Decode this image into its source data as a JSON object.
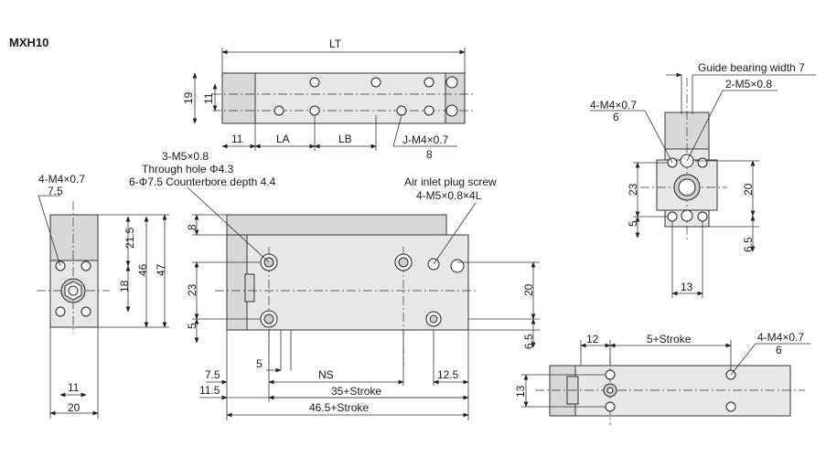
{
  "model": "MXH10",
  "top_view": {
    "LT": "LT",
    "d19": "19",
    "d11": "11",
    "d11b": "11",
    "LA": "LA",
    "LB": "LB",
    "j_tap": "J-M4×0.7",
    "j_depth": "8"
  },
  "front_view": {
    "note1": "3-M5×0.8",
    "note2": "Through hole Φ4.3",
    "note3": "6-Φ7.5 Counterbore depth 4.4",
    "air_inlet": "Air inlet plug screw",
    "air_inlet_spec": "4-M5×0.8×4L",
    "d8": "8",
    "d23": "23",
    "d5": "5",
    "d20": "20",
    "d6_5": "6.5",
    "d5b": "5",
    "d7_5": "7.5",
    "d11_5": "11.5",
    "NS": "NS",
    "d12_5": "12.5",
    "stroke35": "35+Stroke",
    "stroke46": "46.5+Stroke"
  },
  "left_view": {
    "tap": "4-M4×0.7",
    "depth": "7.5",
    "d21_5": "21.5",
    "d18": "18",
    "d46": "46",
    "d47": "47",
    "d11": "11",
    "d20": "20"
  },
  "right_view": {
    "guide": "Guide bearing width 7",
    "m5": "2-M5×0.8",
    "tap": "4-M4×0.7",
    "depth": "6",
    "d23": "23",
    "d5": "5",
    "d20": "20",
    "d6_5": "6.5",
    "d13": "13"
  },
  "bottom_view": {
    "d12": "12",
    "stroke5": "5+Stroke",
    "tap": "4-M4×0.7",
    "depth": "6",
    "d13": "13"
  }
}
